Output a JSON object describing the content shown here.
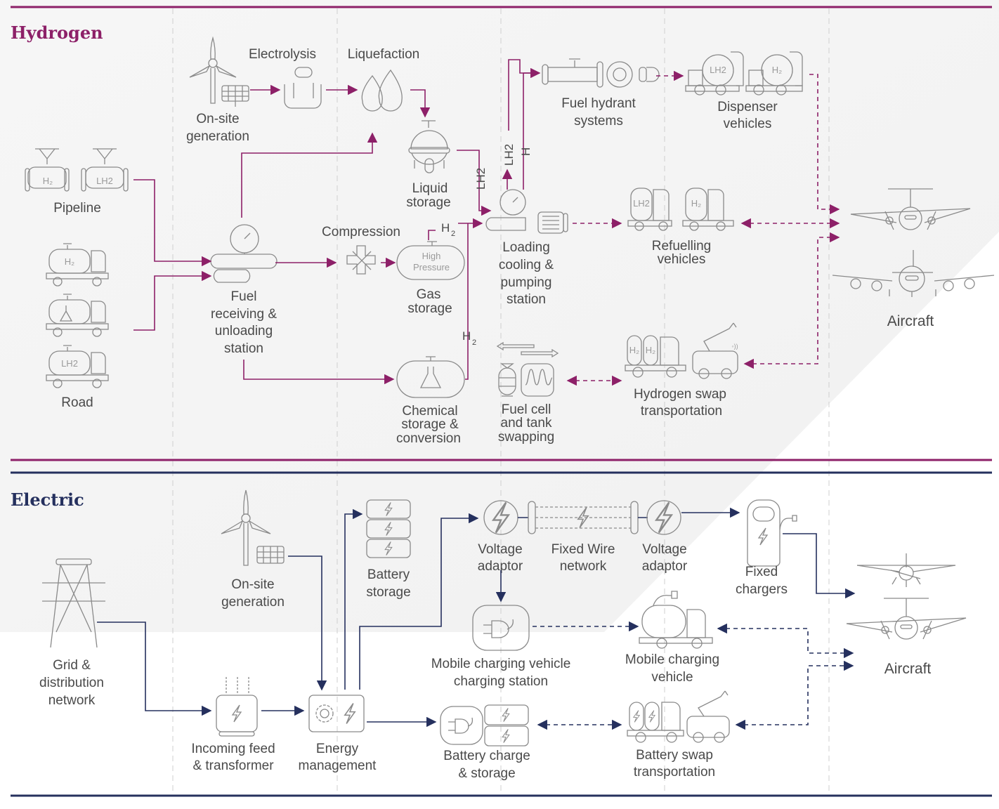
{
  "colors": {
    "hydrogen": "#8d2068",
    "electric": "#25305e",
    "icon_stroke": "#8a8a8a",
    "text": "#4a4a4a"
  },
  "hydrogen": {
    "title": "Hydrogen",
    "nodes": {
      "pipeline": "Pipeline",
      "road": "Road",
      "onsite_1": "On-site",
      "onsite_2": "generation",
      "electrolysis": "Electrolysis",
      "liquefaction": "Liquefaction",
      "liquid_storage_1": "Liquid",
      "liquid_storage_2": "storage",
      "fuel_receiving_1": "Fuel",
      "fuel_receiving_2": "receiving &",
      "fuel_receiving_3": "unloading",
      "fuel_receiving_4": "station",
      "compression": "Compression",
      "gas_storage_1": "Gas",
      "gas_storage_2": "storage",
      "chemical_1": "Chemical",
      "chemical_2": "storage &",
      "chemical_3": "conversion",
      "loading_1": "Loading",
      "loading_2": "cooling &",
      "loading_3": "pumping",
      "loading_4": "station",
      "hydrant_1": "Fuel hydrant",
      "hydrant_2": "systems",
      "dispenser_1": "Dispenser",
      "dispenser_2": "vehicles",
      "refuelling_1": "Refuelling",
      "refuelling_2": "vehicles",
      "fuelcell_1": "Fuel cell",
      "fuelcell_2": "and tank",
      "fuelcell_3": "swapping",
      "h2swap_1": "Hydrogen swap",
      "h2swap_2": "transportation",
      "aircraft": "Aircraft"
    },
    "icon_text": {
      "h2": "H₂",
      "lh2": "LH2",
      "high": "High",
      "pressure": "Pressure"
    },
    "flow_labels": {
      "lh2": "LH2",
      "h2": "H",
      "sub2": "2"
    }
  },
  "electric": {
    "title": "Electric",
    "nodes": {
      "grid_1": "Grid &",
      "grid_2": "distribution",
      "grid_3": "network",
      "onsite_1": "On-site",
      "onsite_2": "generation",
      "incoming_1": "Incoming feed",
      "incoming_2": "& transformer",
      "energy_1": "Energy",
      "energy_2": "management",
      "battery_storage_1": "Battery",
      "battery_storage_2": "storage",
      "voltage_a_1": "Voltage",
      "voltage_a_2": "adaptor",
      "fixed_wire_1": "Fixed Wire",
      "fixed_wire_2": "network",
      "voltage_b_1": "Voltage",
      "voltage_b_2": "adaptor",
      "fixed_chargers_1": "Fixed",
      "fixed_chargers_2": "chargers",
      "mcv_station_1": "Mobile charging vehicle",
      "mcv_station_2": "charging station",
      "mcv_1": "Mobile charging",
      "mcv_2": "vehicle",
      "battery_charge_1": "Battery charge",
      "battery_charge_2": "& storage",
      "battery_swap_1": "Battery swap",
      "battery_swap_2": "transportation",
      "aircraft": "Aircraft"
    }
  }
}
